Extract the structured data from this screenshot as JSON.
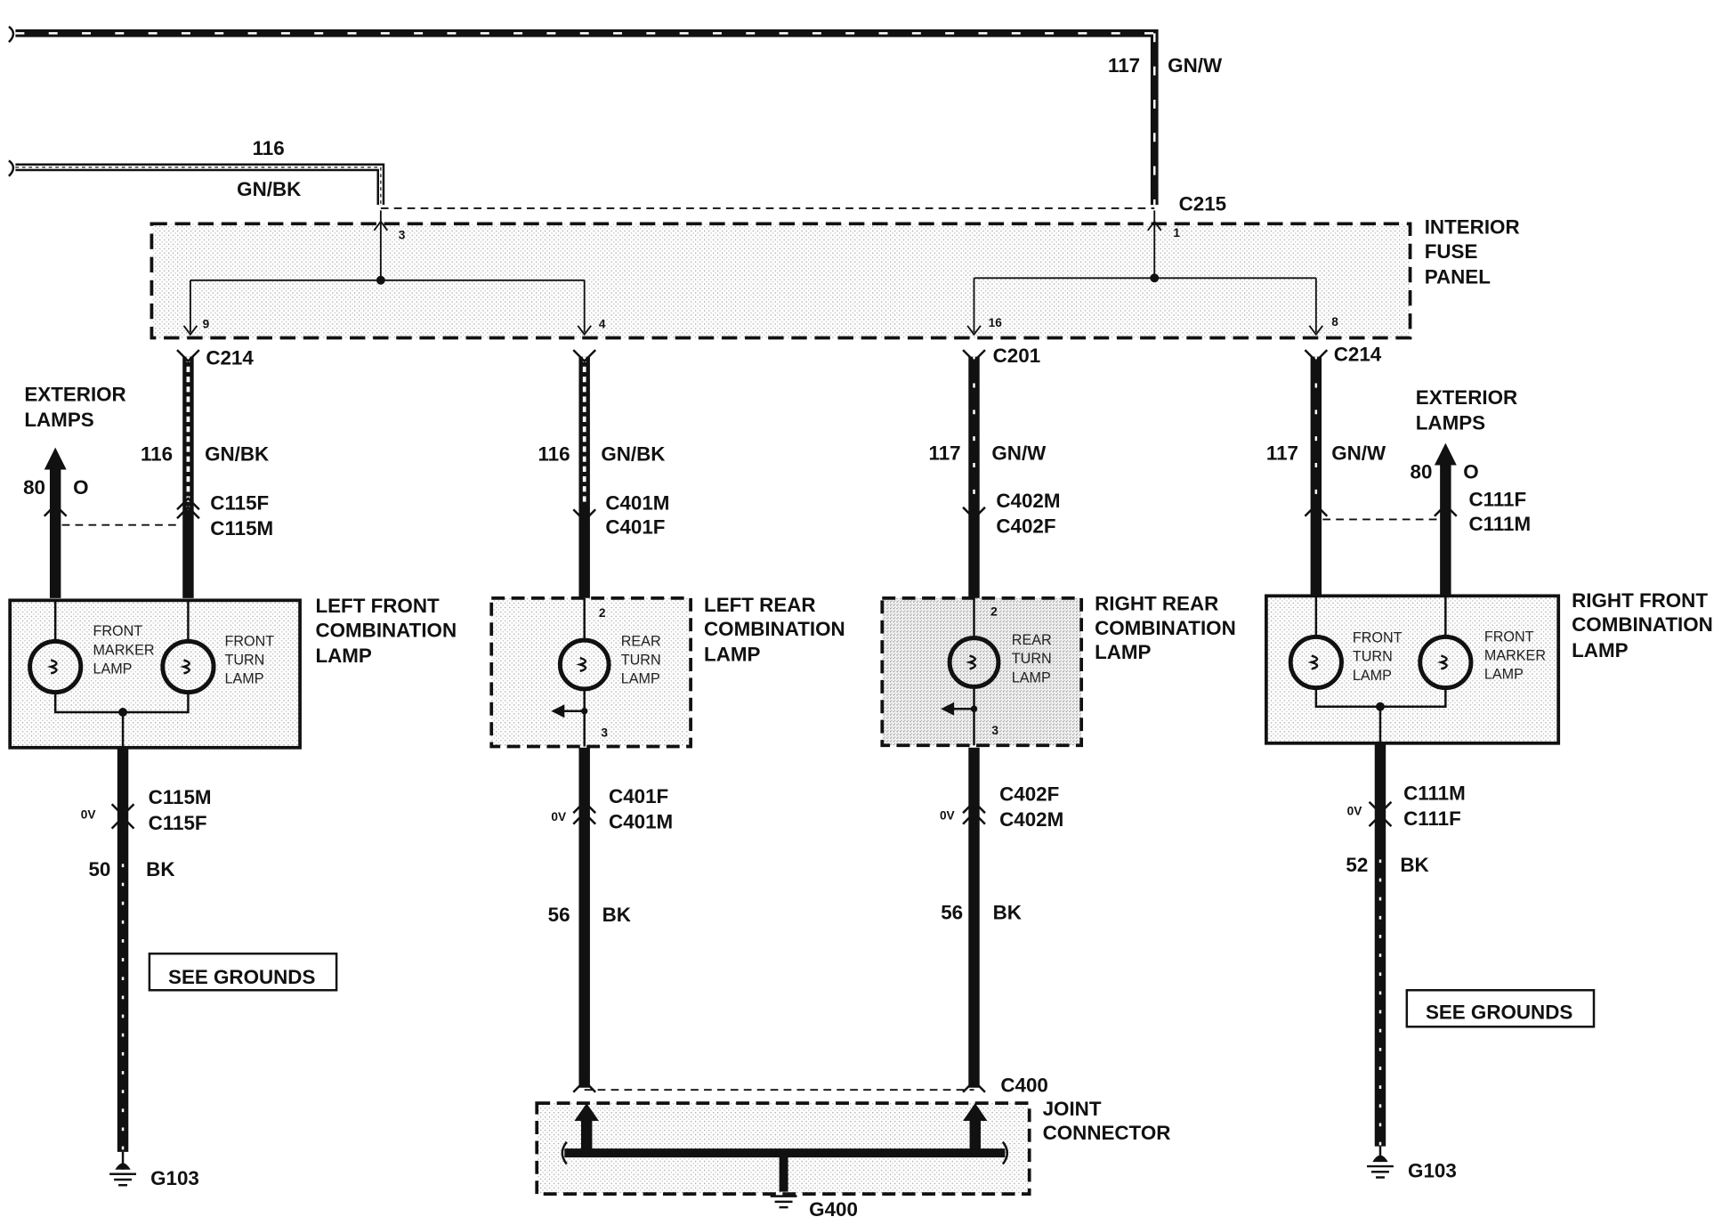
{
  "wires": {
    "w116": "116",
    "w117": "117",
    "gnbk": "GN/BK",
    "gnw": "GN/W",
    "w80": "80",
    "o": "O",
    "w50": "50",
    "w56": "56",
    "w52": "52",
    "bk": "BK",
    "ov": "0V"
  },
  "connectors": {
    "c215": "C215",
    "c214": "C214",
    "c201": "C201",
    "c115f": "C115F",
    "c115m": "C115M",
    "c401m": "C401M",
    "c401f": "C401F",
    "c402m": "C402M",
    "c402f": "C402F",
    "c111f": "C111F",
    "c111m": "C111M",
    "c400": "C400"
  },
  "pins": {
    "p1": "1",
    "p2": "2",
    "p3": "3",
    "p4": "4",
    "p8": "8",
    "p9": "9",
    "p16": "16"
  },
  "panel": {
    "interior": "INTERIOR",
    "fuse": "FUSE",
    "panel": "PANEL"
  },
  "exterior": {
    "exterior": "EXTERIOR",
    "lamps": "LAMPS"
  },
  "components": {
    "left_front": [
      "LEFT FRONT",
      "COMBINATION",
      "LAMP"
    ],
    "left_rear": [
      "LEFT REAR",
      "COMBINATION",
      "LAMP"
    ],
    "right_rear": [
      "RIGHT REAR",
      "COMBINATION",
      "LAMP"
    ],
    "right_front": [
      "RIGHT FRONT",
      "COMBINATION",
      "LAMP"
    ]
  },
  "lamps": {
    "front_marker": [
      "FRONT",
      "MARKER",
      "LAMP"
    ],
    "front_turn": [
      "FRONT",
      "TURN",
      "LAMP"
    ],
    "rear_turn": [
      "REAR",
      "TURN",
      "LAMP"
    ]
  },
  "grounds": {
    "see_grounds": "SEE GROUNDS",
    "g103": "G103",
    "g400": "G400",
    "joint": "JOINT",
    "connector": "CONNECTOR"
  }
}
